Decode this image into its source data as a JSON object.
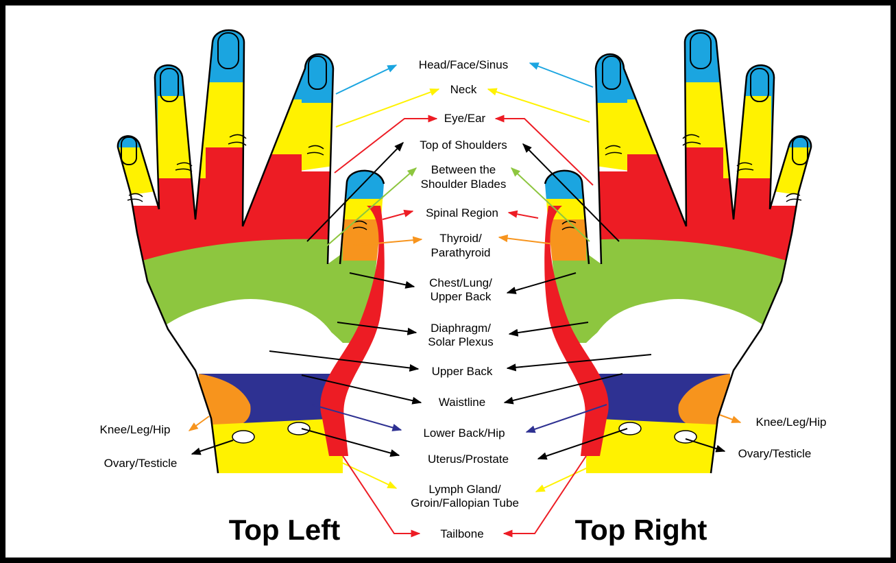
{
  "colors": {
    "head": "#1ba5e0",
    "neck": "#fff200",
    "eye": "#ed1c24",
    "chest": "#8dc63f",
    "thyroid": "#f7941d",
    "waist": "#2e3192",
    "black": "#000000"
  },
  "captions": {
    "left": "Top Left",
    "right": "Top Right"
  },
  "labels": {
    "head": "Head/Face/Sinus",
    "neck": "Neck",
    "eye_ear": "Eye/Ear",
    "top_shoulders": "Top of Shoulders",
    "between_1": "Between the",
    "between_2": "Shoulder Blades",
    "spinal": "Spinal Region",
    "thyroid_1": "Thyroid/",
    "thyroid_2": "Parathyroid",
    "chest_1": "Chest/Lung/",
    "chest_2": "Upper Back",
    "diaphragm_1": "Diaphragm/",
    "diaphragm_2": "Solar Plexus",
    "upper_back": "Upper Back",
    "waistline": "Waistline",
    "lower_back": "Lower Back/Hip",
    "uterus": "Uterus/Prostate",
    "lymph_1": "Lymph Gland/",
    "lymph_2": "Groin/Fallopian Tube",
    "tailbone": "Tailbone",
    "knee_left": "Knee/Leg/Hip",
    "ovary_left": "Ovary/Testicle",
    "knee_right": "Knee/Leg/Hip",
    "ovary_right": "Ovary/Testicle"
  }
}
